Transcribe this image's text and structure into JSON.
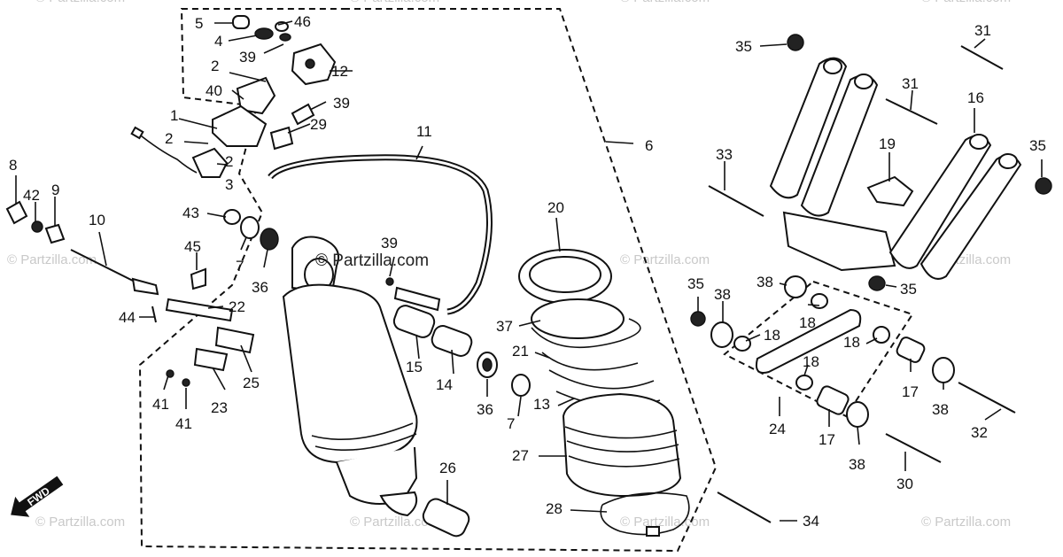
{
  "watermark": "© Partzilla.com",
  "center_brand": "© Partzilla.com",
  "fwd_label": "FWD",
  "callouts": [
    "1",
    "2",
    "2",
    "2",
    "3",
    "4",
    "5",
    "6",
    "7",
    "7",
    "8",
    "9",
    "10",
    "11",
    "12",
    "13",
    "14",
    "15",
    "16",
    "17",
    "17",
    "18",
    "18",
    "18",
    "18",
    "19",
    "20",
    "21",
    "22",
    "23",
    "24",
    "25",
    "26",
    "27",
    "28",
    "29",
    "30",
    "31",
    "31",
    "32",
    "33",
    "34",
    "35",
    "35",
    "35",
    "35",
    "36",
    "36",
    "37",
    "38",
    "38",
    "38",
    "38",
    "39",
    "39",
    "39",
    "40",
    "41",
    "41",
    "42",
    "43",
    "44",
    "45",
    "46"
  ]
}
